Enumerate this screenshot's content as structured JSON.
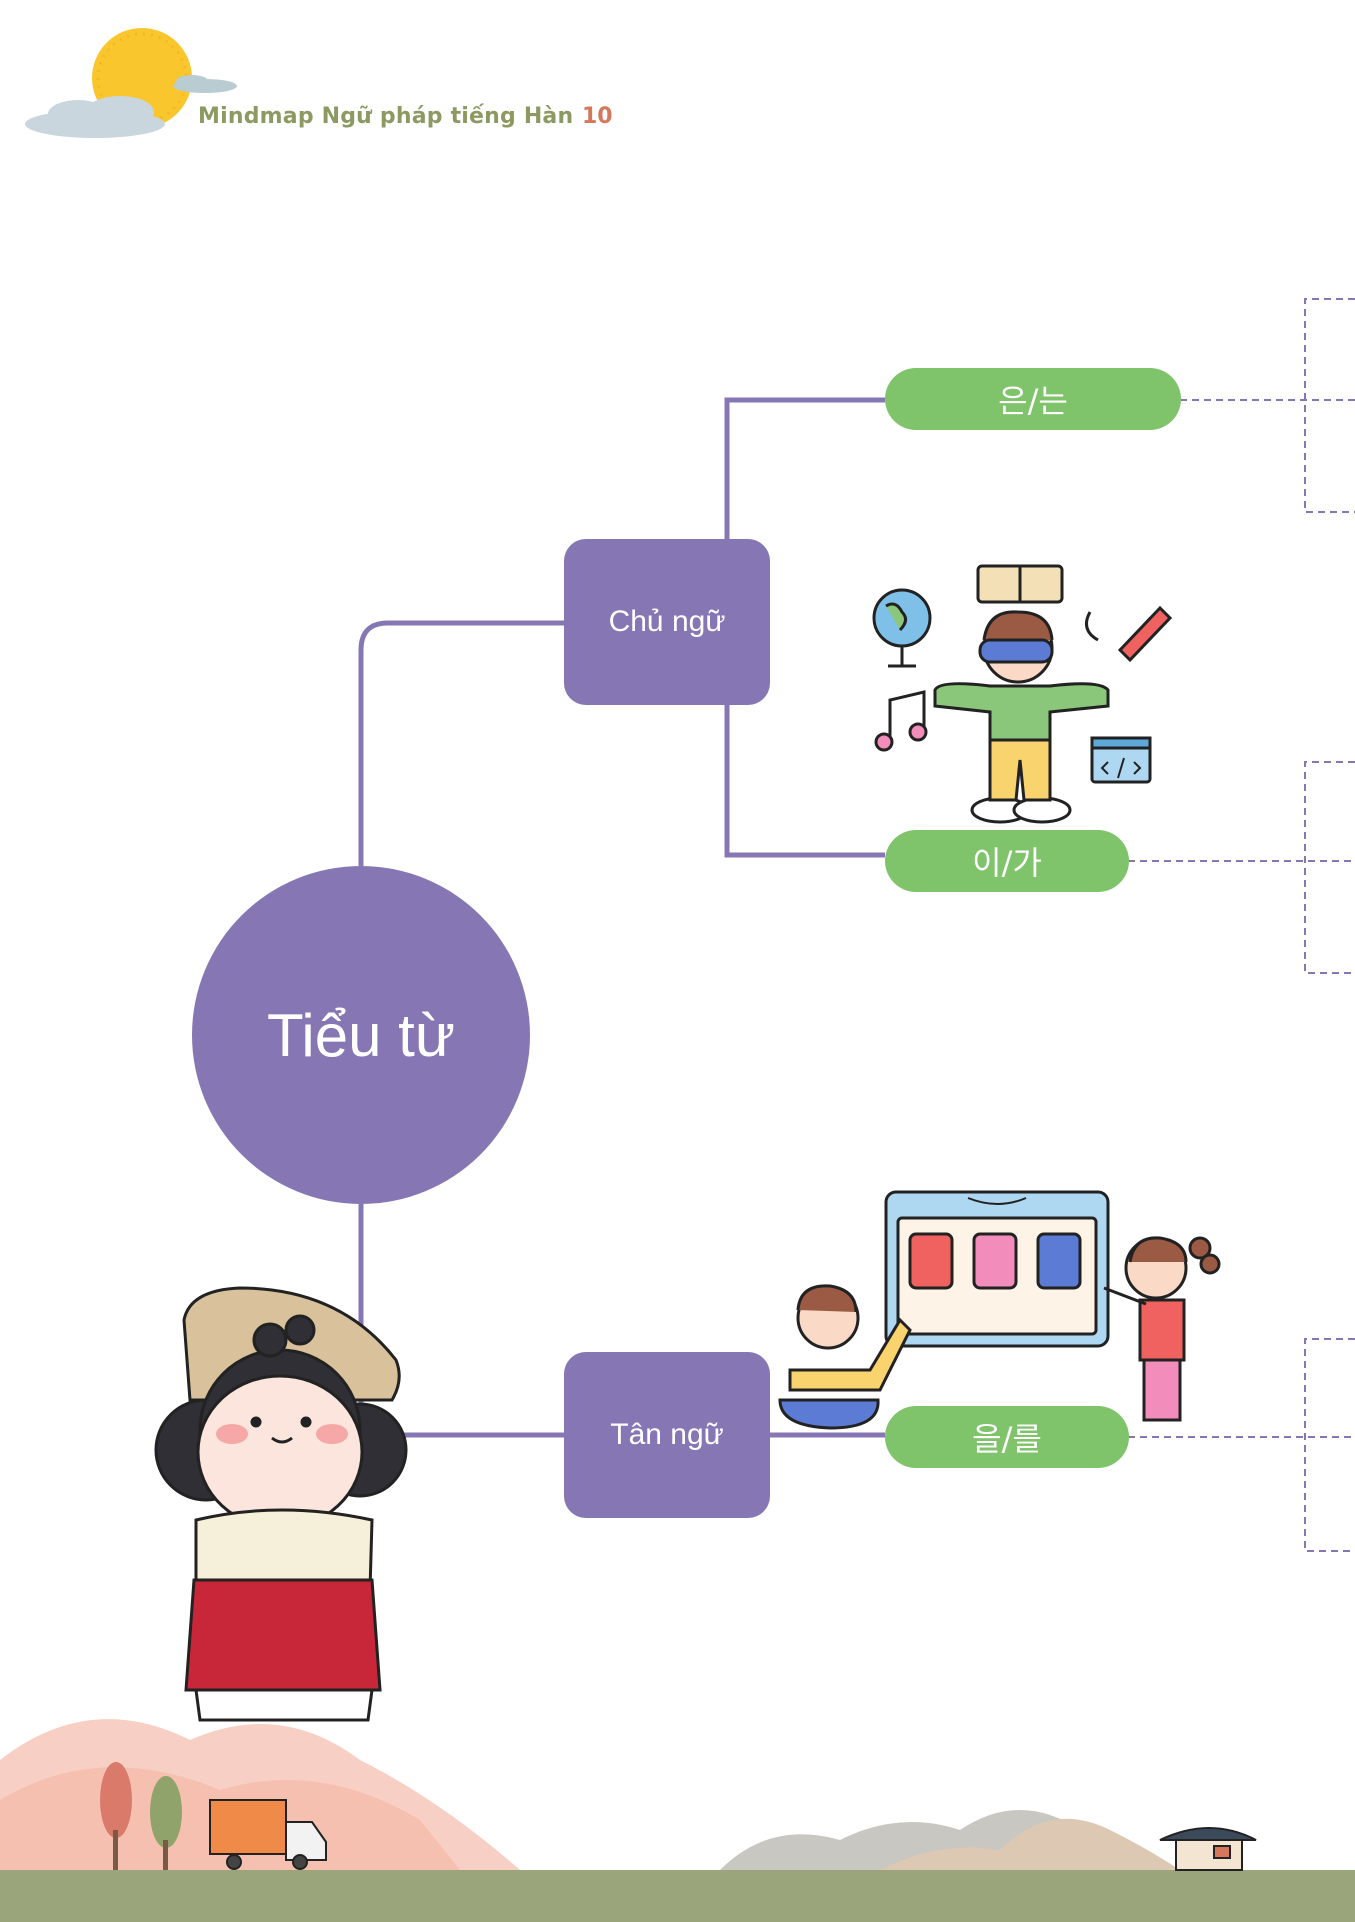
{
  "header": {
    "title": "Mindmap Ngữ pháp tiếng Hàn",
    "page_number": "10"
  },
  "mindmap": {
    "center": "Tiểu từ",
    "branches": [
      {
        "label": "Chủ ngữ",
        "particles": [
          "은/는",
          "이/가"
        ]
      },
      {
        "label": "Tân ngữ",
        "particles": [
          "을/를"
        ]
      }
    ]
  },
  "colors": {
    "node": "#8677b4",
    "connector": "#8677b4",
    "particle": "#7fc36b",
    "dashed": "#8677b4",
    "title": "#8c9a62",
    "page_number": "#d4775a",
    "ground": "#9aa57b"
  },
  "illustrations": [
    "sun-icon",
    "cloud-icon",
    "student-vr-illustration",
    "globe-icon",
    "book-icon",
    "pencil-icon",
    "music-note-icon",
    "code-icon",
    "children-tablet-illustration",
    "hanbok-girl-illustration",
    "hills-illustration",
    "tree-icon",
    "truck-icon",
    "hanok-house-icon"
  ]
}
